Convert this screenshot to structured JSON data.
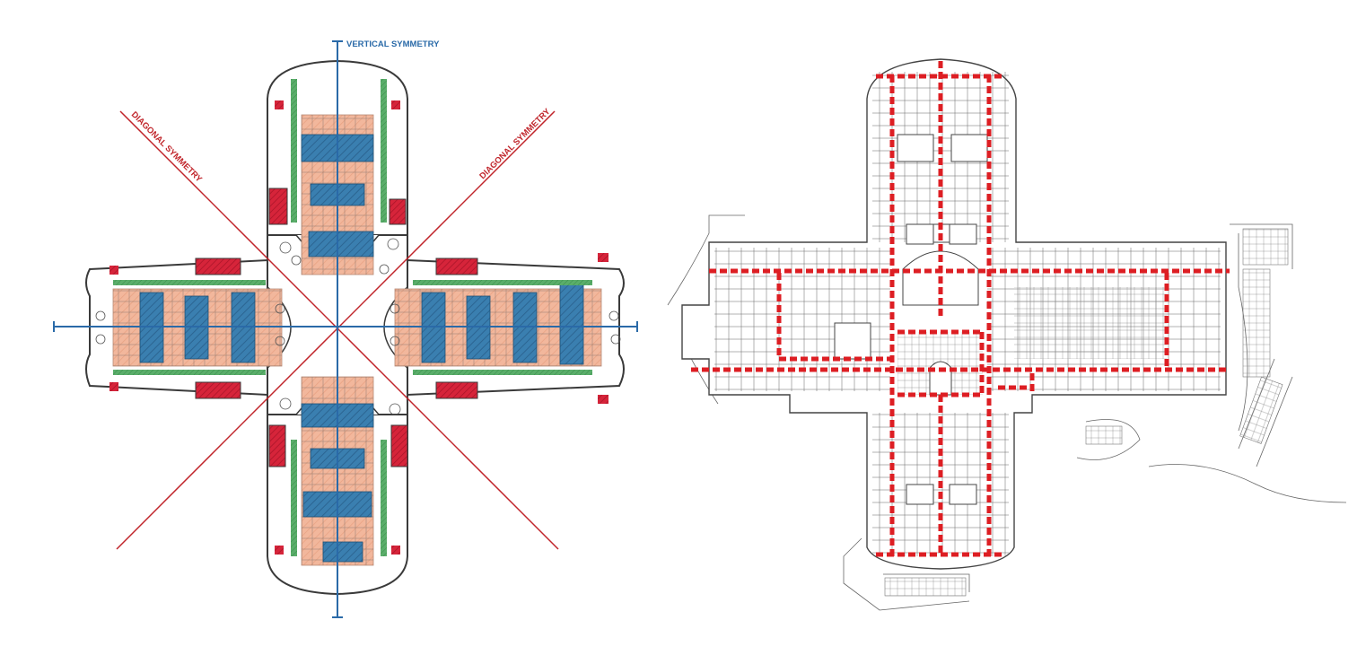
{
  "left_diagram": {
    "vertical_label": "VERTICAL SYMMETRY",
    "diagonal_label_left": "DIAGONAL SYMMETRY",
    "diagonal_label_right": "DIAGONAL SYMMETRY"
  },
  "colors": {
    "wall": "#3a3a3a",
    "room_fill_orange": "#f2b79c",
    "room_fill_blue": "#3a7fb0",
    "corridor_green": "#5aae6a",
    "core_red": "#d6243a",
    "axis_blue": "#2a6aa8",
    "axis_red": "#c0242a",
    "circulation_red": "#dd1e23"
  },
  "icons": {
    "axis_arrow": "arrow-icon"
  }
}
